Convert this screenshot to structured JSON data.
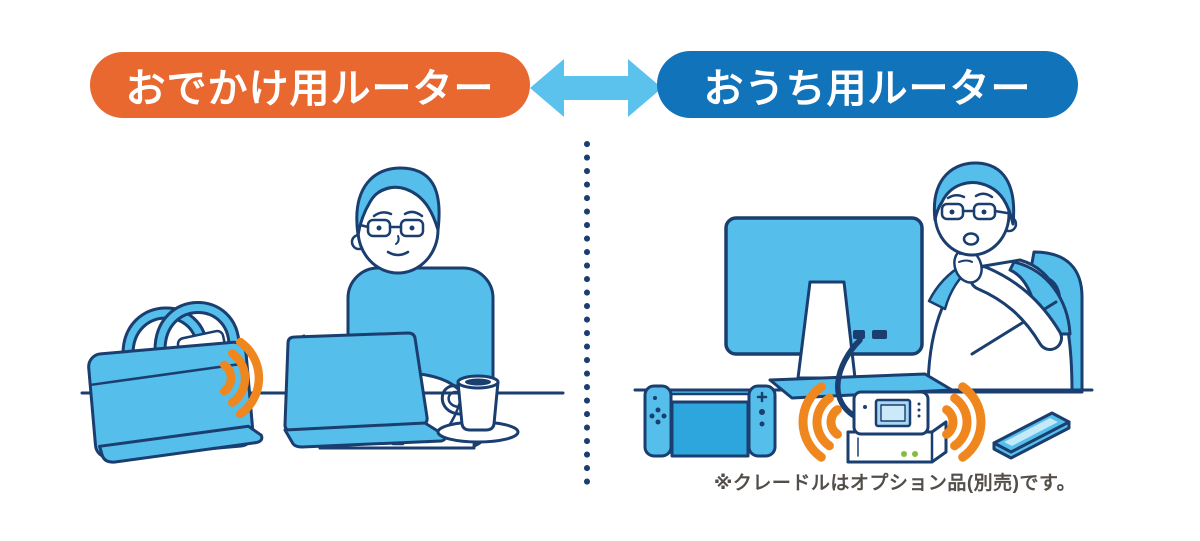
{
  "header": {
    "left_label": {
      "text": "おでかけ用ルーター",
      "bg_color": "#E8682F",
      "text_color": "#FFFFFF"
    },
    "right_label": {
      "text": "おうち用ルーター",
      "bg_color": "#1173B9",
      "text_color": "#FFFFFF"
    },
    "swap_arrow_icon": {
      "name": "double-arrow-icon",
      "color": "#5BC2EE"
    }
  },
  "divider": {
    "style": "vertical-dotted-line",
    "color": "#1A3E6F"
  },
  "left_scene": {
    "icons": [
      "briefcase-icon",
      "mobile-router-icon",
      "wifi-waves-icon",
      "man-with-laptop-icon",
      "laptop-icon",
      "coffee-cup-icon",
      "desk-line"
    ]
  },
  "right_scene": {
    "icons": [
      "game-console-dock-icon",
      "monitor-back-icon",
      "router-on-cradle-icon",
      "wifi-waves-icon",
      "smartphone-icon",
      "man-thinking-icon",
      "desk-line"
    ],
    "note": "※クレードルはオプション品(別売)です。"
  },
  "colors": {
    "illustration_blue": "#55BEEA",
    "illustration_blue_dark": "#2CA6DC",
    "outline_navy": "#1A3E6F",
    "wifi_orange": "#F0871E",
    "label_orange": "#E8682F",
    "label_blue": "#1173B9",
    "arrow_blue": "#5BC2EE",
    "note_gray": "#534E49",
    "led_green": "#7FBE3F"
  }
}
